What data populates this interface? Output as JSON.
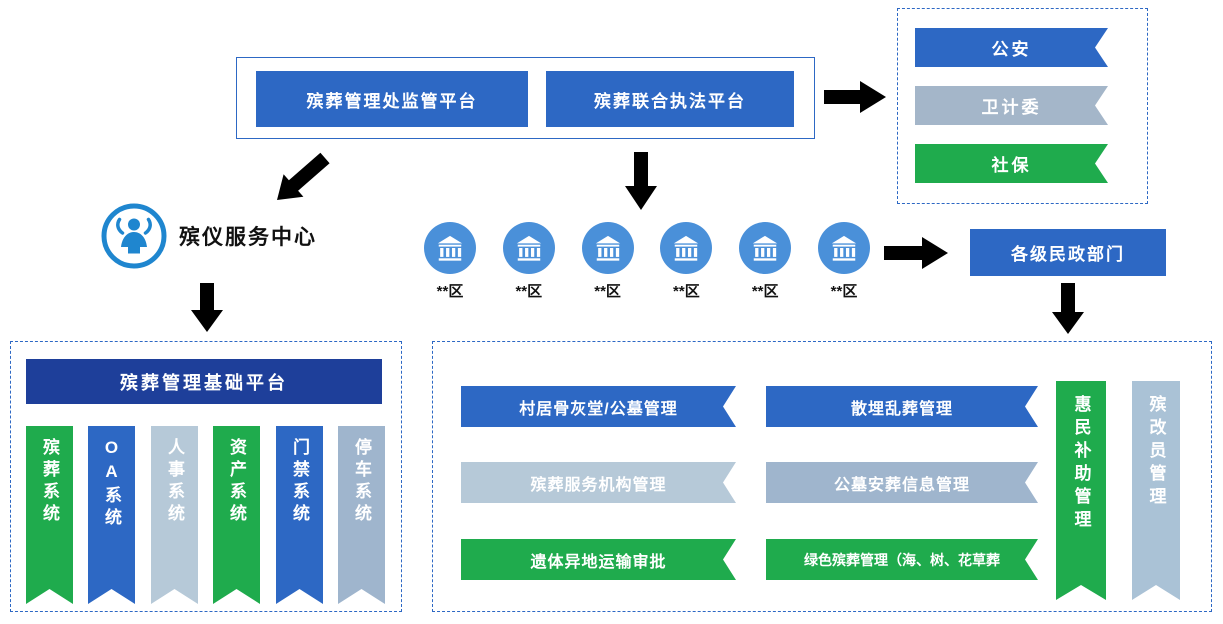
{
  "top_panel": {
    "platforms": [
      {
        "label": "殡葬管理处监管平台",
        "color": "#2d68c4"
      },
      {
        "label": "殡葬联合执法平台",
        "color": "#2d68c4"
      }
    ]
  },
  "agency_panel": {
    "items": [
      {
        "label": "公安",
        "color": "#2d68c4"
      },
      {
        "label": "卫计委",
        "color": "#a4b6c9"
      },
      {
        "label": "社保",
        "color": "#1fab4d"
      }
    ]
  },
  "service_center": {
    "label": "殡仪服务中心",
    "icon_color": "#1f86cf"
  },
  "districts": {
    "icon_color": "#4a90d9",
    "labels": [
      "**区",
      "**区",
      "**区",
      "**区",
      "**区",
      "**区"
    ]
  },
  "civil_affairs": {
    "label": "各级民政部门",
    "color": "#2d68c4"
  },
  "base_platform": {
    "title": "殡葬管理基础平台",
    "title_color": "#1e3f9a",
    "systems": [
      {
        "label": "殡葬系统",
        "color": "#1fab4d"
      },
      {
        "label": "OA系统",
        "color": "#2d68c4"
      },
      {
        "label": "人事系统",
        "color": "#b6c9d8"
      },
      {
        "label": "资产系统",
        "color": "#1fab4d"
      },
      {
        "label": "门禁系统",
        "color": "#2d68c4"
      },
      {
        "label": "停车系统",
        "color": "#9fb5cd"
      }
    ]
  },
  "business_panel": {
    "left_modules": [
      {
        "label": "村居骨灰堂/公墓管理",
        "color": "#2d68c4"
      },
      {
        "label": "殡葬服务机构管理",
        "color": "#b6c9d8"
      },
      {
        "label": "遗体异地运输审批",
        "color": "#1fab4d"
      }
    ],
    "right_modules": [
      {
        "label": "散埋乱葬管理",
        "color": "#2d68c4"
      },
      {
        "label": "公墓安葬信息管理",
        "color": "#9fb5cd"
      },
      {
        "label": "绿色殡葬管理（海、树、花草葬",
        "color": "#1fab4d"
      }
    ],
    "vertical_modules": [
      {
        "label": "惠民补助管理",
        "color": "#1fab4d"
      },
      {
        "label": "殡改员管理",
        "color": "#aac2d6"
      }
    ]
  }
}
